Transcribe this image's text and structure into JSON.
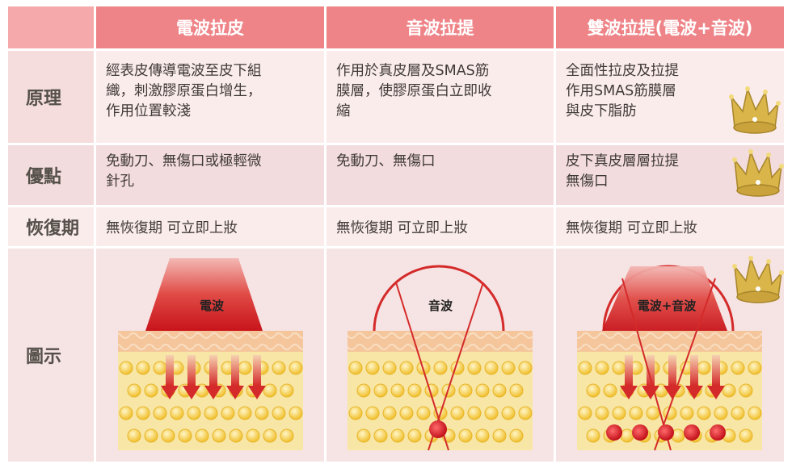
{
  "header": {
    "col1": "電波拉皮",
    "col2": "音波拉提",
    "col3": "雙波拉提(電波+音波)"
  },
  "rows": {
    "principle": {
      "label": "原理",
      "col1": [
        "經表皮傳導電波至皮下組",
        "織，刺激膠原蛋白增生，",
        "作用位置較淺"
      ],
      "col2": [
        "作用於真皮層及SMAS筋",
        "膜層，使膠原蛋白立即收",
        "縮"
      ],
      "col3": [
        "全面性拉皮及拉提",
        "作用SMAS筋膜層",
        "與皮下脂肪"
      ]
    },
    "advantage": {
      "label": "優點",
      "col1": [
        "免動刀、無傷口或極輕微",
        "針孔"
      ],
      "col2": [
        "免動刀、無傷口"
      ],
      "col3": [
        "皮下真皮層層拉提",
        "無傷口"
      ]
    },
    "recovery": {
      "label": "恢復期",
      "col1": "無恢復期  可立即上妝",
      "col2": "無恢復期  可立即上妝",
      "col3": "無恢復期  可立即上妝"
    },
    "diagram": {
      "label": "圖示",
      "col1_label": "電波",
      "col2_label": "音波",
      "col3_label": "電波+音波"
    }
  },
  "colors": {
    "header": "#ee8488",
    "skin": "#f5c69c",
    "fat": "#f6e59a",
    "fat_ball": "#f3c531",
    "arrow": "#d42a2a",
    "crown": "#d6b44a"
  },
  "icons": {
    "crown": "crown-icon"
  }
}
